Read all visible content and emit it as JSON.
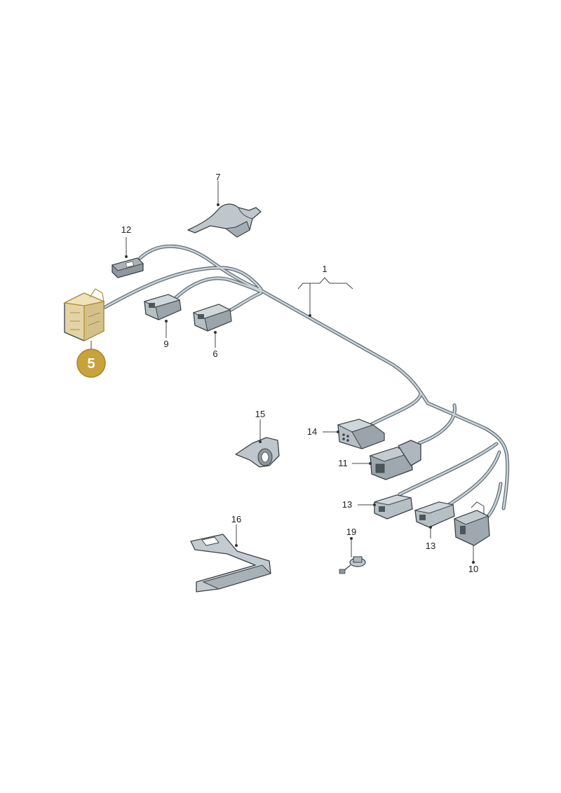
{
  "callouts": [
    {
      "id": "1",
      "label": "1"
    },
    {
      "id": "5",
      "label": "5"
    },
    {
      "id": "6",
      "label": "6"
    },
    {
      "id": "7",
      "label": "7"
    },
    {
      "id": "9",
      "label": "9"
    },
    {
      "id": "10",
      "label": "10"
    },
    {
      "id": "11",
      "label": "11"
    },
    {
      "id": "12",
      "label": "12"
    },
    {
      "id": "13a",
      "label": "13"
    },
    {
      "id": "13b",
      "label": "13"
    },
    {
      "id": "14",
      "label": "14"
    },
    {
      "id": "15",
      "label": "15"
    },
    {
      "id": "16",
      "label": "16"
    },
    {
      "id": "19",
      "label": "19"
    }
  ],
  "highlighted_part": "5",
  "colors": {
    "wire": "#c9d2d7",
    "part": "#b9c1c6",
    "highlight_part": "#e3d3a5",
    "highlight_badge": "#c8a23c",
    "line": "#444444"
  }
}
